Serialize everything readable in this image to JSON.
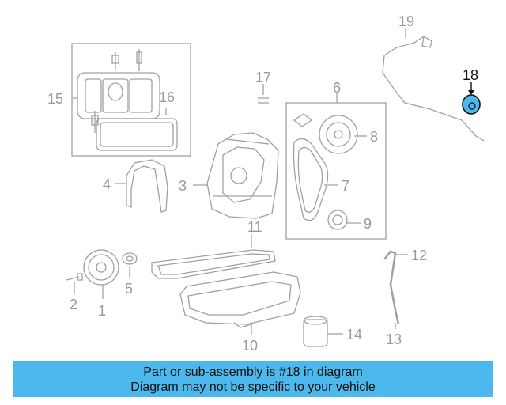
{
  "callouts": {
    "c1": "1",
    "c2": "2",
    "c3": "3",
    "c4": "4",
    "c5": "5",
    "c6": "6",
    "c7": "7",
    "c8": "8",
    "c9": "9",
    "c10": "10",
    "c11": "11",
    "c12": "12",
    "c13": "13",
    "c14": "14",
    "c15": "15",
    "c16": "16",
    "c17": "17",
    "c18": "18",
    "c19": "19"
  },
  "highlighted_part": "18",
  "colors": {
    "banner": "#4db8ec",
    "highlight_part": "#4db8ec",
    "line_art": "#9a9a9a"
  },
  "banner": {
    "line1": "Part or sub-assembly is #18 in diagram",
    "line2": "Diagram may not be specific to your vehicle"
  }
}
